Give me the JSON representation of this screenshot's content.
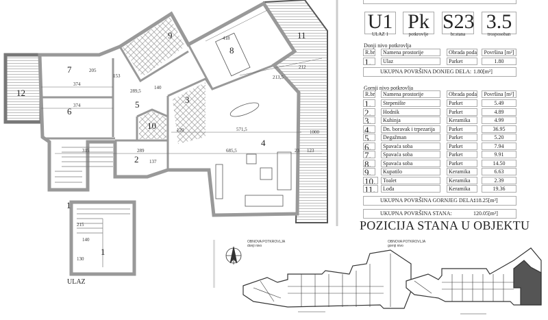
{
  "badges": [
    {
      "value": "U1",
      "sub": "ULAZ 1"
    },
    {
      "value": "Pk",
      "sub": "potkrovlje"
    },
    {
      "value": "S23",
      "sub": "br.stana"
    },
    {
      "value": "3.5",
      "sub": "trosposoban"
    }
  ],
  "lower": {
    "title": "Donji nivo potkrovlja",
    "headers": [
      "R.br.",
      "Namena prostorije",
      "Obrada poda",
      "Površina [m²]"
    ],
    "rows": [
      {
        "n": "1.",
        "name": "Ulaz",
        "floor": "Parket",
        "area": "1.80"
      }
    ],
    "total_label": "UKUPNA POVRŠINA DONJEG DELA:",
    "total_value": "1.80[m²]"
  },
  "upper": {
    "title": "Gornji nivo potkrovlja",
    "headers": [
      "R.br.",
      "Namena prostorije",
      "Obrada poda",
      "Površina [m²]"
    ],
    "rows": [
      {
        "n": "1.",
        "name": "Stepenište",
        "floor": "Parket",
        "area": "5.49"
      },
      {
        "n": "2.",
        "name": "Hodnik",
        "floor": "Parket",
        "area": "4.89"
      },
      {
        "n": "3.",
        "name": "Kuhinja",
        "floor": "Keramika",
        "area": "4.99"
      },
      {
        "n": "4.",
        "name": "Dn. boravak i trpezarija",
        "floor": "Parket",
        "area": "36.95"
      },
      {
        "n": "5.",
        "name": "Degažman",
        "floor": "Parket",
        "area": "5.20"
      },
      {
        "n": "6.",
        "name": "Spavaća soba",
        "floor": "Parket",
        "area": "7.94"
      },
      {
        "n": "7.",
        "name": "Spavaća soba",
        "floor": "Parket",
        "area": "9.91"
      },
      {
        "n": "8.",
        "name": "Spavaća soba",
        "floor": "Parket",
        "area": "14.50"
      },
      {
        "n": "9.",
        "name": "Kupatilo",
        "floor": "Keramika",
        "area": "6.63"
      },
      {
        "n": "10.",
        "name": "Toalet",
        "floor": "Keramika",
        "area": "2.39"
      },
      {
        "n": "11.",
        "name": "Lođa",
        "floor": "Keramika",
        "area": "19.36"
      }
    ],
    "total_label": "UKUPNA POVRŠINA GORNJEG DELA:",
    "total_value": "118.25[m²]"
  },
  "apartment_total": {
    "label": "UKUPNA POVRŠINA STANA:",
    "value": "120.05[m²]"
  },
  "position_title": "POZICIJA STANA U OBJEKTU",
  "key_plans": [
    {
      "title": "OBNOVA POTKROVLJA",
      "sub": "donji nivo"
    },
    {
      "title": "OBNOVA POTKROVLJA",
      "sub": "gornji nivo"
    }
  ],
  "floor_plan": {
    "rooms": [
      "1",
      "2",
      "3",
      "4",
      "5",
      "6",
      "7",
      "8",
      "9",
      "10",
      "11",
      "12"
    ],
    "dims": [
      "374",
      "374",
      "153",
      "289,5",
      "418",
      "571,5",
      "685,5",
      "289",
      "315",
      "140",
      "120",
      "1000",
      "212",
      "213,5",
      "23",
      "123",
      "205",
      "137"
    ],
    "lower_stair_room": "1",
    "lower_dims": [
      "215",
      "140",
      "130"
    ],
    "entry_label": "ULAZ"
  }
}
